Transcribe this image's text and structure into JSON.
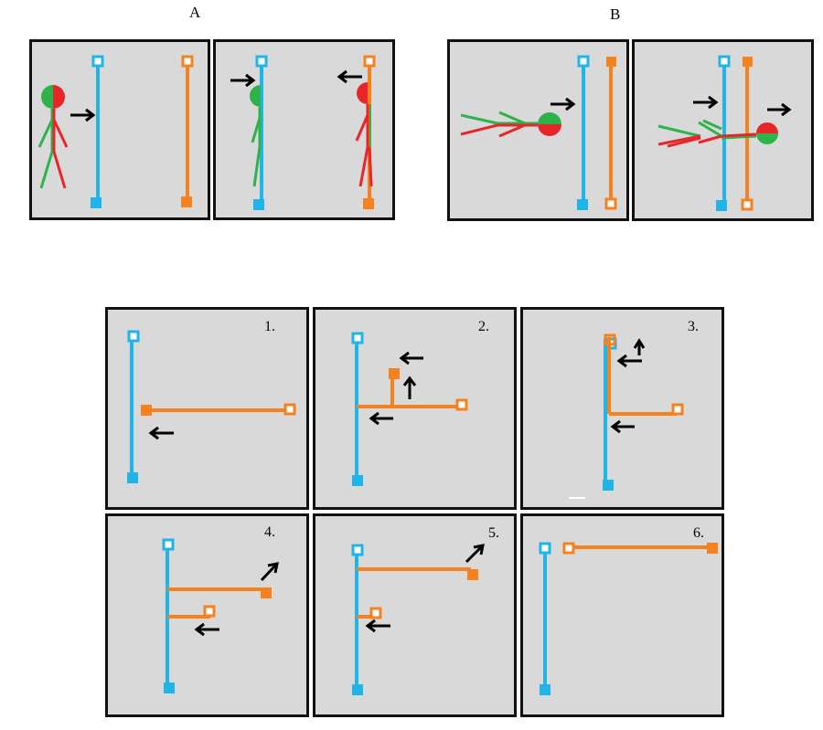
{
  "labels": {
    "section_a": "A",
    "section_b": "B",
    "panel_1": "1.",
    "panel_2": "2.",
    "panel_3": "3.",
    "panel_4": "4.",
    "panel_5": "5.",
    "panel_6": "6."
  },
  "colors": {
    "panel_bg": "#d9d9d9",
    "border": "#111111",
    "blue": "#1fb5e8",
    "orange": "#f5821f",
    "green": "#2db34a",
    "red": "#e8262a",
    "arrow": "#000000"
  }
}
